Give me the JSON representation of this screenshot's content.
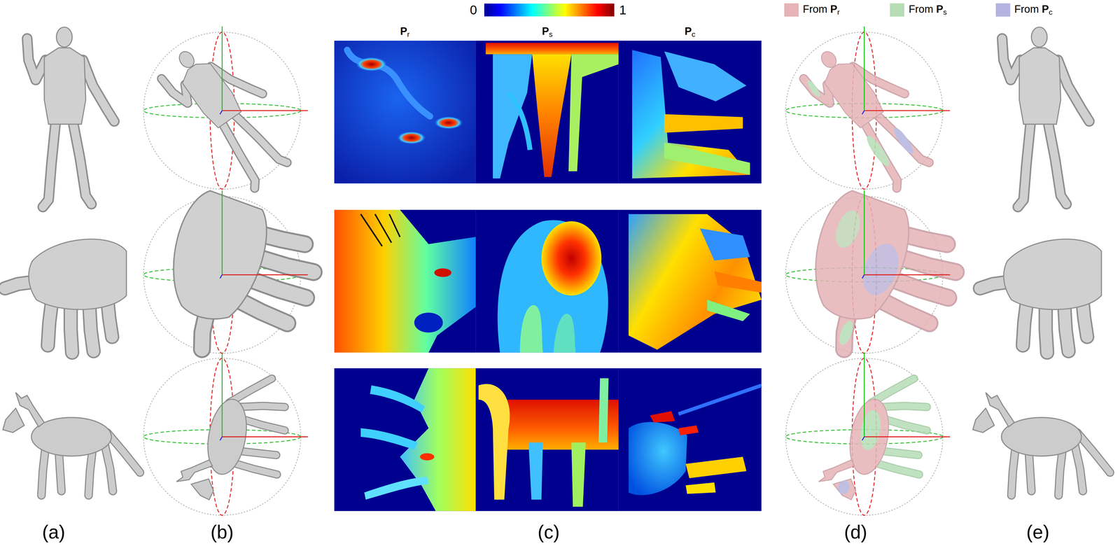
{
  "diagram": {
    "labels": [
      "0",
      "1",
      "Pr",
      "Ps",
      "Pc",
      "(a)",
      "(b)",
      "(c)",
      "(d)",
      "(e)"
    ],
    "legend": [
      {
        "text": "From Pr",
        "color": "#e6b3b7"
      },
      {
        "text": "From Ps",
        "color": "#b6ddb6"
      },
      {
        "text": "From Pc",
        "color": "#b4b4e0"
      }
    ]
  }
}
